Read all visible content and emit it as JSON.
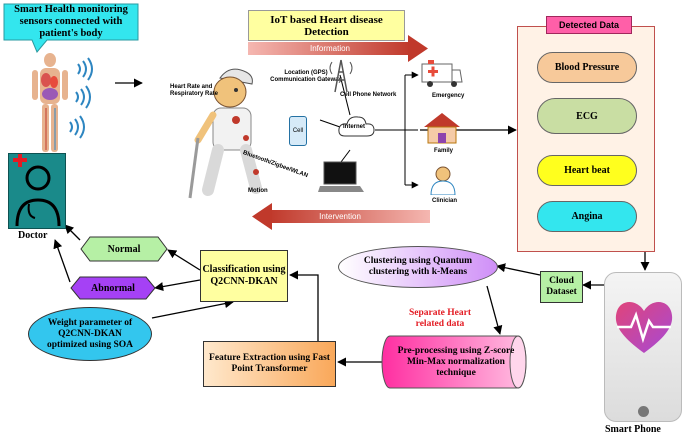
{
  "title_box": {
    "text": "IoT based Heart disease Detection"
  },
  "sensors_callout": {
    "text": "Smart Health monitoring sensors connected with patient's body"
  },
  "flow": {
    "information": "Information",
    "intervention": "Intervention"
  },
  "network": {
    "location_label": "Location (GPS) Communication Gateway",
    "cell_network": "Cell Phone Network",
    "internet": "Internet",
    "heart_rate": "Heart Rate and Respiratory Rate",
    "bluetooth": "Bluetooth/Zigbee/WLAN",
    "motion": "Motion",
    "cell": "Cell"
  },
  "destinations": [
    "Emergency",
    "Family",
    "Clinician"
  ],
  "detected": {
    "title": "Detected Data",
    "items": [
      {
        "label": "Blood Pressure",
        "color": "#f7c99a"
      },
      {
        "label": "ECG",
        "color": "#c9dea3"
      },
      {
        "label": "Heart beat",
        "color": "#ffff1e"
      },
      {
        "label": "Angina",
        "color": "#33e6ee"
      }
    ]
  },
  "smartphone": {
    "label": "Smart Phone"
  },
  "cloud": {
    "text": "Cloud Dataset"
  },
  "clustering": {
    "text": "Clustering using Quantum clustering with k-Means"
  },
  "separate": {
    "text": "Separate Heart related data"
  },
  "preprocessing": {
    "text": "Pre-processing using Z-score Min-Max normalization technique"
  },
  "feature": {
    "text": "Feature Extraction using Fast Point Transformer"
  },
  "classification": {
    "text": "Classification using Q2CNN-DKAN"
  },
  "weight": {
    "text": "Weight parameter of Q2CNN-DKAN optimized using SOA"
  },
  "normal": {
    "text": "Normal"
  },
  "abnormal": {
    "text": "Abnormal"
  },
  "doctor": {
    "label": "Doctor"
  },
  "colors": {
    "teal": "#33e6ee",
    "red_arrow": "#c0392b",
    "yellow": "#ffffa0",
    "panel": "#fff2e6",
    "panel_border": "#c0504d",
    "pink_tab": "#ff5fa8",
    "green": "#b6f0a5",
    "purple": "#a541f5",
    "feature_orange": "#fcc58f"
  }
}
